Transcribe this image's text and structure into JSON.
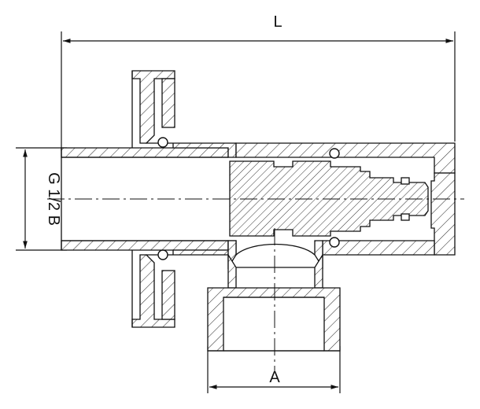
{
  "diagram": {
    "dimension_labels": {
      "length": "L",
      "thread": "G 1/2 B",
      "outlet": "A"
    },
    "colors": {
      "line": "#111111",
      "hatch": "#333333",
      "background": "#ffffff"
    }
  }
}
